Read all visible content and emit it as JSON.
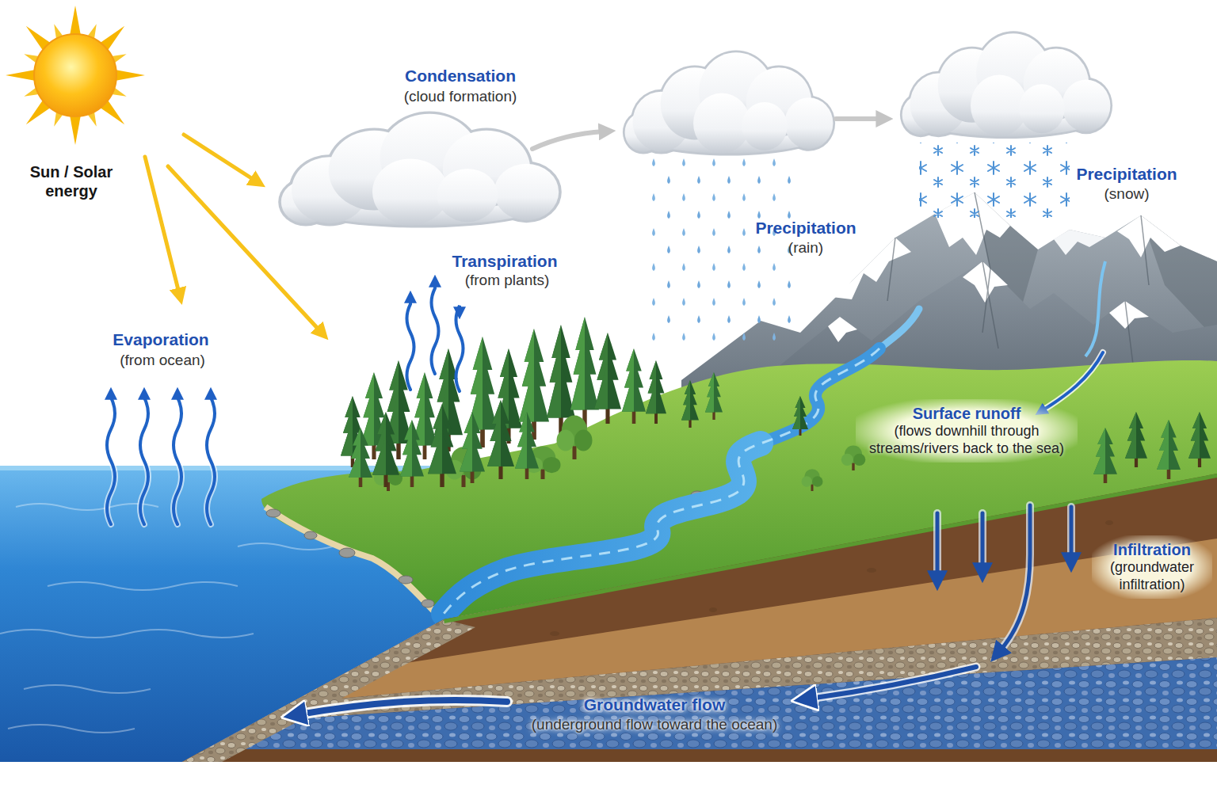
{
  "diagram": {
    "nodes": [
      {
        "text": [
          "Surface runoff",
          "(flows downhill through streams/rivers back to the sea)"
        ]
      },
      {
        "text": [
          "Infiltration",
          "(groundwater infiltration)"
        ]
      }
    ],
    "labels": [
      "Condensation",
      "(cloud formation)",
      "Sun / Solar energy",
      "Precipitation",
      "(snow)",
      "Precipitation",
      "(rain)",
      "Transpiration",
      "(from plants)",
      "Evaporation",
      "(from ocean)",
      "Groundwater flow",
      "(underground flow toward the ocean)"
    ]
  }
}
